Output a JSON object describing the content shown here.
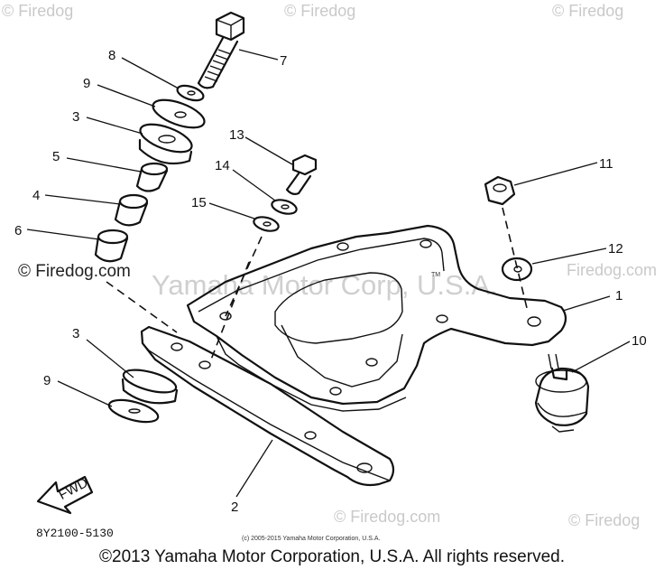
{
  "watermarks": {
    "site": "© Firedog",
    "site_com": "© Firedog.com",
    "firedog_com": "Firedog.com",
    "corp": "Yamaha Motor Corp, U.S.A.",
    "tm": "TM"
  },
  "diagram": {
    "code": "8Y2100-5130",
    "fwd": "FWD",
    "small_copyright": "(c) 2005-2015 Yamaha Motor Corporation, U.S.A.",
    "callouts": {
      "c1": "1",
      "c2": "2",
      "c3a": "3",
      "c3b": "3",
      "c4": "4",
      "c5": "5",
      "c6": "6",
      "c7": "7",
      "c8": "8",
      "c9a": "9",
      "c9b": "9",
      "c10": "10",
      "c11": "11",
      "c12": "12",
      "c13": "13",
      "c14": "14",
      "c15": "15"
    }
  },
  "footer": {
    "copyright": "©2013 Yamaha Motor Corporation, U.S.A. All rights reserved."
  }
}
